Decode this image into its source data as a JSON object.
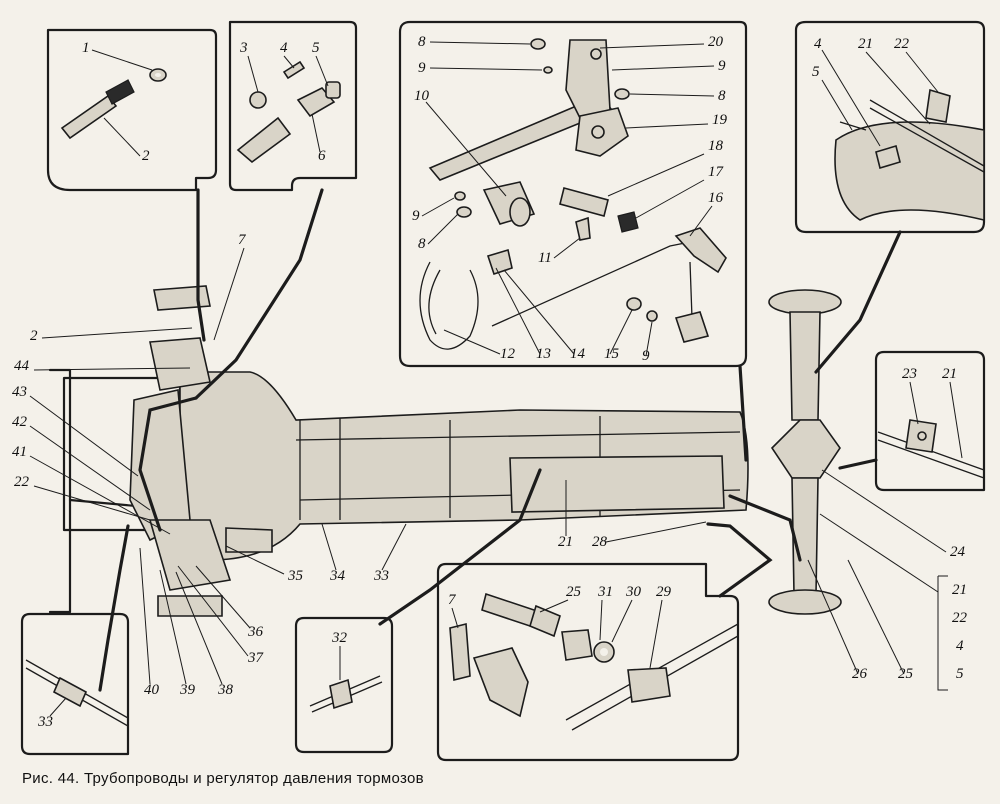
{
  "caption": "Рис. 44. Трубопроводы и регулятор давления тормозов",
  "labels": [
    {
      "id": "l1",
      "text": "1"
    },
    {
      "id": "l2",
      "text": "2"
    },
    {
      "id": "l2b",
      "text": "2"
    },
    {
      "id": "l3",
      "text": "3"
    },
    {
      "id": "l4",
      "text": "4"
    },
    {
      "id": "l5",
      "text": "5"
    },
    {
      "id": "l6",
      "text": "6"
    },
    {
      "id": "l7",
      "text": "7"
    },
    {
      "id": "l7b",
      "text": "7"
    },
    {
      "id": "l8a",
      "text": "8"
    },
    {
      "id": "l8b",
      "text": "8"
    },
    {
      "id": "l8c",
      "text": "8"
    },
    {
      "id": "l9a",
      "text": "9"
    },
    {
      "id": "l9b",
      "text": "9"
    },
    {
      "id": "l9c",
      "text": "9"
    },
    {
      "id": "l9d",
      "text": "9"
    },
    {
      "id": "l10",
      "text": "10"
    },
    {
      "id": "l11",
      "text": "11"
    },
    {
      "id": "l12",
      "text": "12"
    },
    {
      "id": "l13",
      "text": "13"
    },
    {
      "id": "l14",
      "text": "14"
    },
    {
      "id": "l15",
      "text": "15"
    },
    {
      "id": "l16",
      "text": "16"
    },
    {
      "id": "l17",
      "text": "17"
    },
    {
      "id": "l18",
      "text": "18"
    },
    {
      "id": "l19",
      "text": "19"
    },
    {
      "id": "l20",
      "text": "20"
    },
    {
      "id": "l4b",
      "text": "4"
    },
    {
      "id": "l5b",
      "text": "5"
    },
    {
      "id": "l21a",
      "text": "21"
    },
    {
      "id": "l22a",
      "text": "22"
    },
    {
      "id": "l23",
      "text": "23"
    },
    {
      "id": "l21b",
      "text": "21"
    },
    {
      "id": "l24",
      "text": "24"
    },
    {
      "id": "l21c",
      "text": "21"
    },
    {
      "id": "l22c",
      "text": "22"
    },
    {
      "id": "l4c",
      "text": "4"
    },
    {
      "id": "l5c",
      "text": "5"
    },
    {
      "id": "l25",
      "text": "25"
    },
    {
      "id": "l26",
      "text": "26"
    },
    {
      "id": "l21d",
      "text": "21"
    },
    {
      "id": "l28",
      "text": "28"
    },
    {
      "id": "l25b",
      "text": "25"
    },
    {
      "id": "l31",
      "text": "31"
    },
    {
      "id": "l30",
      "text": "30"
    },
    {
      "id": "l29",
      "text": "29"
    },
    {
      "id": "l32",
      "text": "32"
    },
    {
      "id": "l33",
      "text": "33"
    },
    {
      "id": "l33b",
      "text": "33"
    },
    {
      "id": "l34",
      "text": "34"
    },
    {
      "id": "l35",
      "text": "35"
    },
    {
      "id": "l36",
      "text": "36"
    },
    {
      "id": "l37",
      "text": "37"
    },
    {
      "id": "l38",
      "text": "38"
    },
    {
      "id": "l39",
      "text": "39"
    },
    {
      "id": "l40",
      "text": "40"
    },
    {
      "id": "l41",
      "text": "41"
    },
    {
      "id": "l42",
      "text": "42"
    },
    {
      "id": "l43",
      "text": "43"
    },
    {
      "id": "l44",
      "text": "44"
    },
    {
      "id": "l22b",
      "text": "22"
    }
  ]
}
